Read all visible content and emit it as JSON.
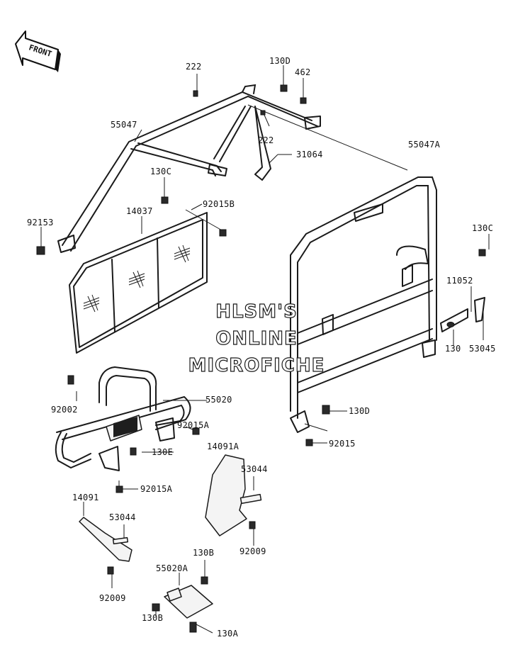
{
  "front_arrow": {
    "label": "FRONT"
  },
  "watermark": {
    "lines": [
      "HLSM'S",
      "ONLINE",
      "MICROFICHE"
    ]
  },
  "labels": {
    "p222a": "222",
    "p130d_top": "130D",
    "p462": "462",
    "p55047": "55047",
    "p222b": "222",
    "p31064": "31064",
    "p55047a": "55047A",
    "p130c_left": "130C",
    "p92015b": "92015B",
    "p14037": "14037",
    "p92153": "92153",
    "p130c_right": "130C",
    "p11052": "11052",
    "p130": "130",
    "p53045": "53045",
    "p92002": "92002",
    "p55020": "55020",
    "p92015a_top": "92015A",
    "p130e": "130E",
    "p14091a": "14091A",
    "p130d_bottom": "130D",
    "p92015": "92015",
    "p53044_right": "53044",
    "p92015a_bottom": "92015A",
    "p14091": "14091",
    "p53044_left": "53044",
    "p92009_right": "92009",
    "p130b_top": "130B",
    "p55020a": "55020A",
    "p92009_left": "92009",
    "p130b_bottom": "130B",
    "p130a": "130A"
  }
}
